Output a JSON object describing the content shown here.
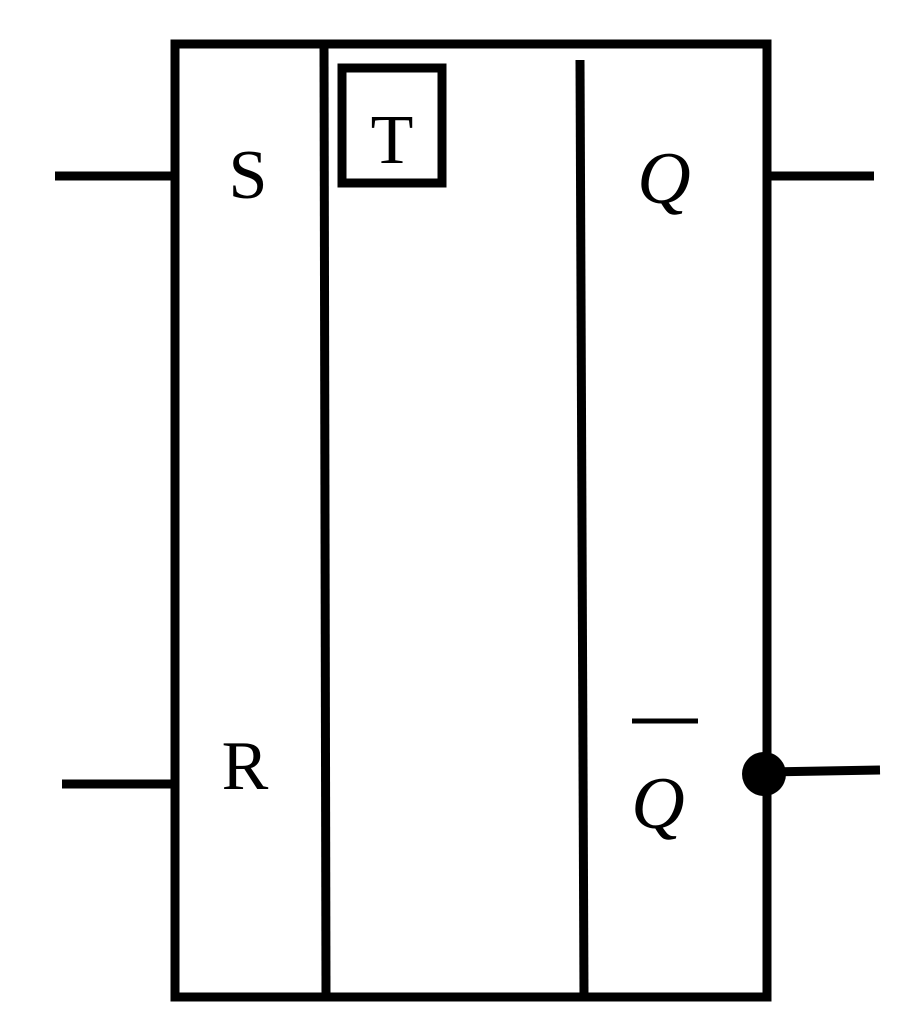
{
  "diagram": {
    "inputs": {
      "set_label": "S",
      "reset_label": "R"
    },
    "trigger_label": "T",
    "outputs": {
      "q_label": "Q",
      "q_bar_label": "Q"
    },
    "colors": {
      "line": "#000000",
      "background": "#ffffff"
    },
    "icons": {
      "inversion_bubble": "filled-circle-icon"
    }
  }
}
